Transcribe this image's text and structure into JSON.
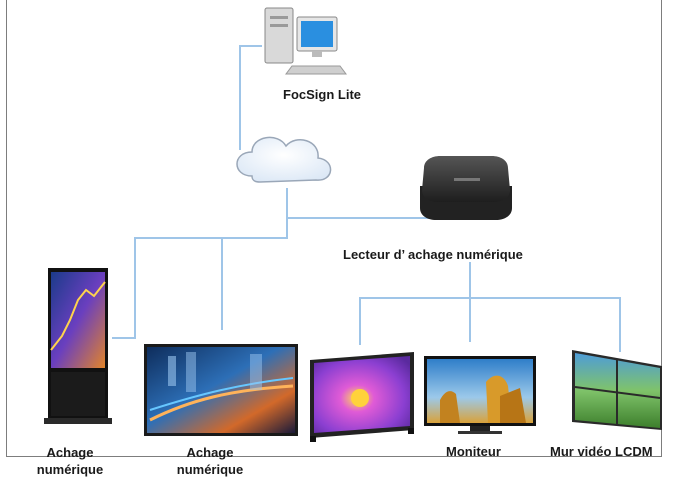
{
  "nodes": {
    "server": {
      "label": "FocSign Lite",
      "icon": "desktop-computer-icon"
    },
    "cloud": {
      "icon": "cloud-network-icon"
    },
    "player": {
      "label": "Lecteur d’ achage numérique",
      "icon": "media-player-box-icon"
    },
    "kiosk": {
      "label_line1": "Achage",
      "label_line2": "numérique",
      "icon": "vertical-kiosk-display-icon"
    },
    "wide_display": {
      "label_line1": "Achage",
      "label_line2": "numérique",
      "icon": "wide-signage-display-icon"
    },
    "led_panel": {
      "icon": "led-panel-icon"
    },
    "monitor": {
      "label": "Moniteur",
      "icon": "tv-monitor-icon"
    },
    "video_wall": {
      "label": "Mur vidéo LCDM",
      "icon": "lcd-video-wall-icon"
    }
  },
  "colors": {
    "connector": "#9fc5e8",
    "frame": "#7d7d7d",
    "text": "#1a1a1a"
  }
}
